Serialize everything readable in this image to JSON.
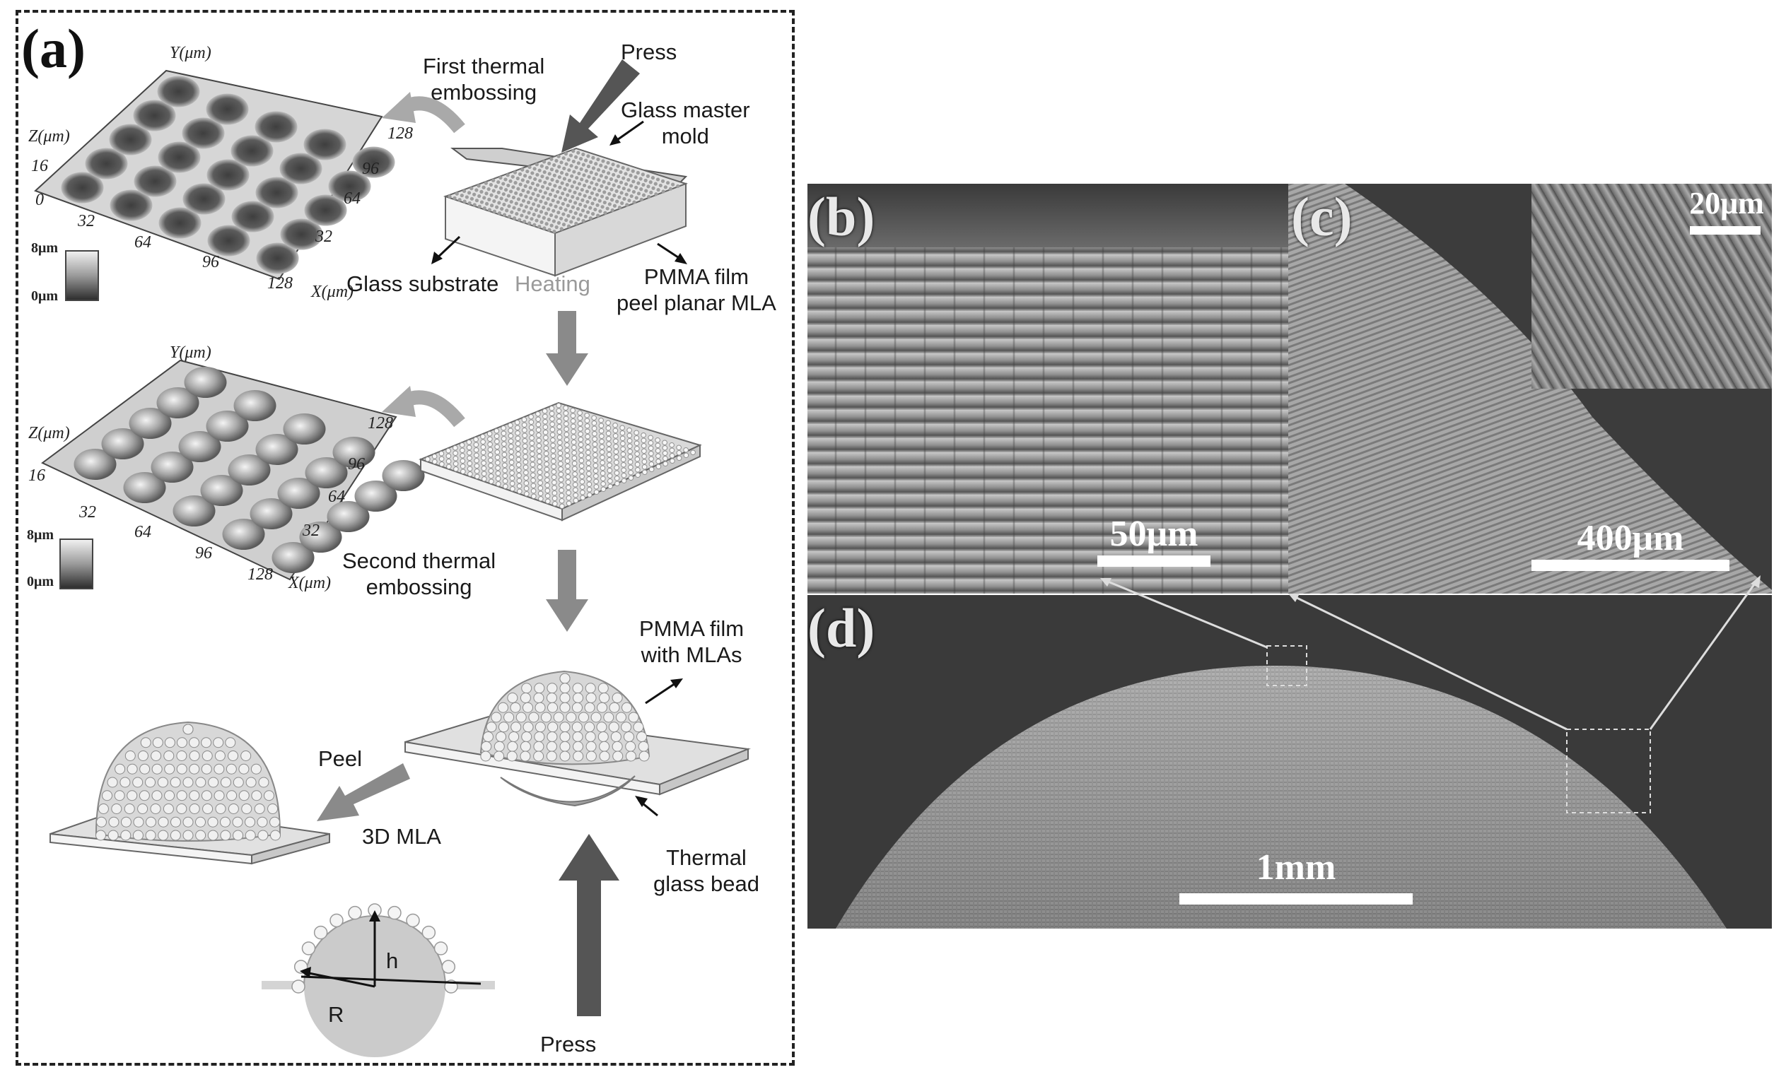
{
  "panels": {
    "a": "(a)",
    "b": "(b)",
    "c": "(c)",
    "d": "(d)"
  },
  "panel_a": {
    "first_thermal_embossing": "First thermal\nembossing",
    "press_top": "Press",
    "glass_master_mold": "Glass master\nmold",
    "glass_substrate": "Glass substrate",
    "heating": "Heating",
    "pmma_film_peel": "PMMA film\npeel planar MLA",
    "second_thermal_embossing": "Second thermal\nembossing",
    "pmma_film_mlas": "PMMA film\nwith MLAs",
    "peel": "Peel",
    "mla_3d": "3D MLA",
    "thermal_glass_bead": "Thermal\nglass bead",
    "press_bottom": "Press",
    "h": "h",
    "r": "R"
  },
  "plot1": {
    "y_axis": "Y(μm)",
    "z_axis": "Z(μm)",
    "x_axis": "X(μm)",
    "z_tick": "16",
    "x_ticks": [
      "0",
      "32",
      "64",
      "96",
      "128"
    ],
    "y_ticks": [
      "128",
      "96",
      "64",
      "32"
    ],
    "legend_max": "8μm",
    "legend_min": "0μm"
  },
  "plot2": {
    "y_axis": "Y(μm)",
    "z_axis": "Z(μm)",
    "x_axis": "X(μm)",
    "z_tick": "16",
    "x_ticks": [
      "32",
      "64",
      "96",
      "128"
    ],
    "y_ticks": [
      "128",
      "96",
      "64",
      "32"
    ],
    "legend_max": "8μm",
    "legend_min": "0μm"
  },
  "scale_bars": {
    "b": "50μm",
    "c": "400μm",
    "c_inset": "20μm",
    "d": "1mm"
  },
  "colors": {
    "arrow_gray": "#8a8a8a",
    "press_arrow": "#5a5a5a",
    "sem_dark": "#3d3d3d",
    "sem_light": "#bdbdbd"
  }
}
